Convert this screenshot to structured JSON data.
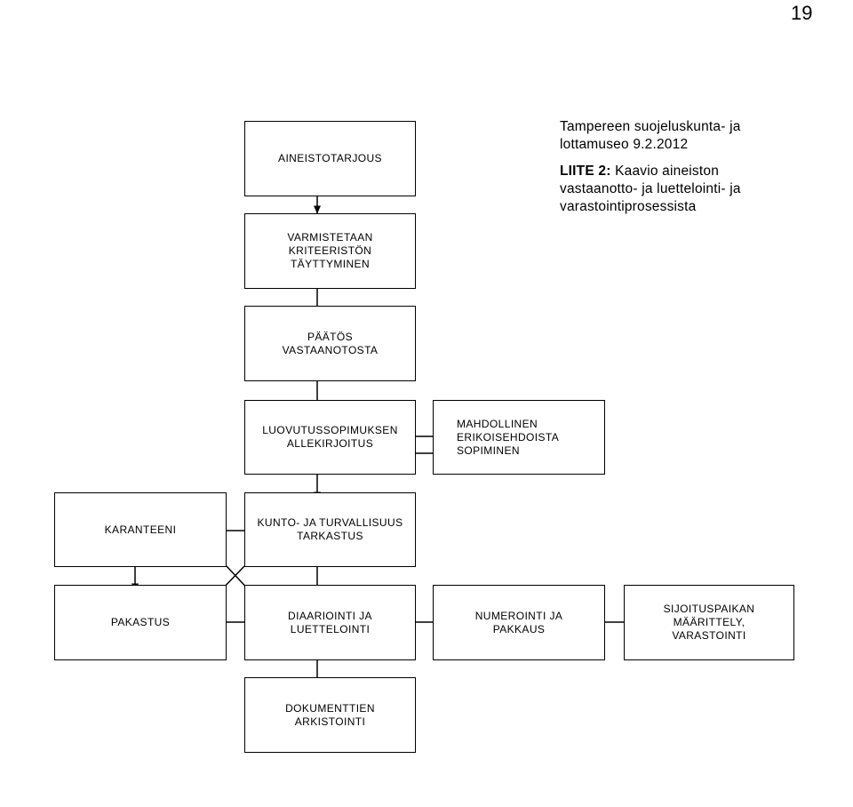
{
  "page_number": "19",
  "caption": {
    "line1": "Tampereen suojeluskunta- ja",
    "line2": "lottamuseo 9.2.2012",
    "title_bold": "LIITE 2:",
    "title_rest": " Kaavio aineiston",
    "line4": "vastaanotto- ja luettelointi- ja",
    "line5": "varastointiprosessista"
  },
  "boxes": {
    "aineistotarjous": [
      "AINEISTOTARJOUS"
    ],
    "varmistetaan": [
      "VARMISTETAAN",
      "KRITEERISTÖN",
      "TÄYTTYMINEN"
    ],
    "paatos": [
      "PÄÄTÖS",
      "VASTAANOTOSTA"
    ],
    "luovutus": [
      "LUOVUTUSSOPIMUKSEN",
      "ALLEKIRJOITUS"
    ],
    "mahdollinen": [
      "MAHDOLLINEN",
      "ERIKOISEHDOISTA",
      "SOPIMINEN"
    ],
    "kunto": [
      "KUNTO- JA TURVALLISUUS",
      "TARKASTUS"
    ],
    "karanteeni": [
      "KARANTEENI"
    ],
    "pakastus": [
      "PAKASTUS"
    ],
    "diaarointi": [
      "DIAARIOINTI JA",
      "LUETTELOINTI"
    ],
    "numerointi": [
      "NUMEROINTI JA",
      "PAKKAUS"
    ],
    "sijoituspaikan": [
      "SIJOITUSPAIKAN",
      "MÄÄRITTELY,",
      "VARASTOINTI"
    ],
    "dokumenttien": [
      "DOKUMENTTIEN",
      "ARKISTOINTI"
    ]
  }
}
